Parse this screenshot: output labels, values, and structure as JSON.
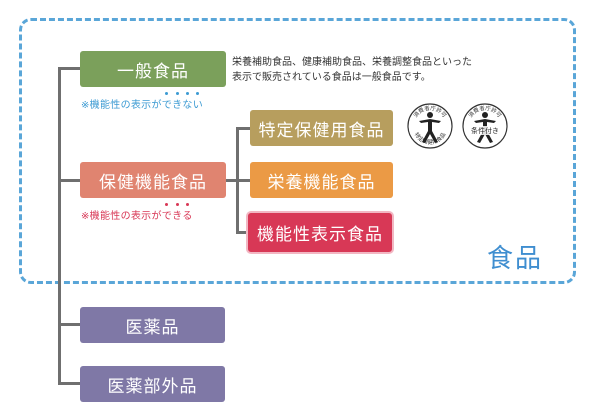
{
  "region": {
    "label": "食品"
  },
  "boxes": {
    "general_food": {
      "label": "一般食品",
      "color": "#7ba05b"
    },
    "health_function_food": {
      "label": "保健機能食品",
      "color": "#e08470"
    },
    "foshu": {
      "label": "特定保健用食品",
      "color": "#b79e5e"
    },
    "nutrient_function_food": {
      "label": "栄養機能食品",
      "color": "#eb9a45"
    },
    "function_claim_food": {
      "label": "機能性表示食品",
      "color": "#d83856",
      "border": "#f2b7c3"
    },
    "drugs": {
      "label": "医薬品",
      "color": "#7f78a6"
    },
    "quasi_drugs": {
      "label": "医薬部外品",
      "color": "#7f78a6"
    }
  },
  "notes": {
    "general_prefix": "※機能性の表示が",
    "general_emph": [
      "で",
      "き",
      "な",
      "い"
    ],
    "general_color": "#3d9bd3",
    "health_prefix": "※機能性の表示が",
    "health_emph": [
      "で",
      "き",
      "る"
    ],
    "health_color": "#d83856"
  },
  "description": {
    "line1": "栄養補助食品、健康補助食品、栄養調整食品といった",
    "line2": "表示で販売されている食品は一般食品です。"
  },
  "marks": {
    "foshu_mark": {
      "top": "消費者庁許可",
      "bottom": "特定保健用食品"
    },
    "conditional_mark": {
      "top": "消費者庁許可",
      "bottom": "条件付き"
    }
  }
}
